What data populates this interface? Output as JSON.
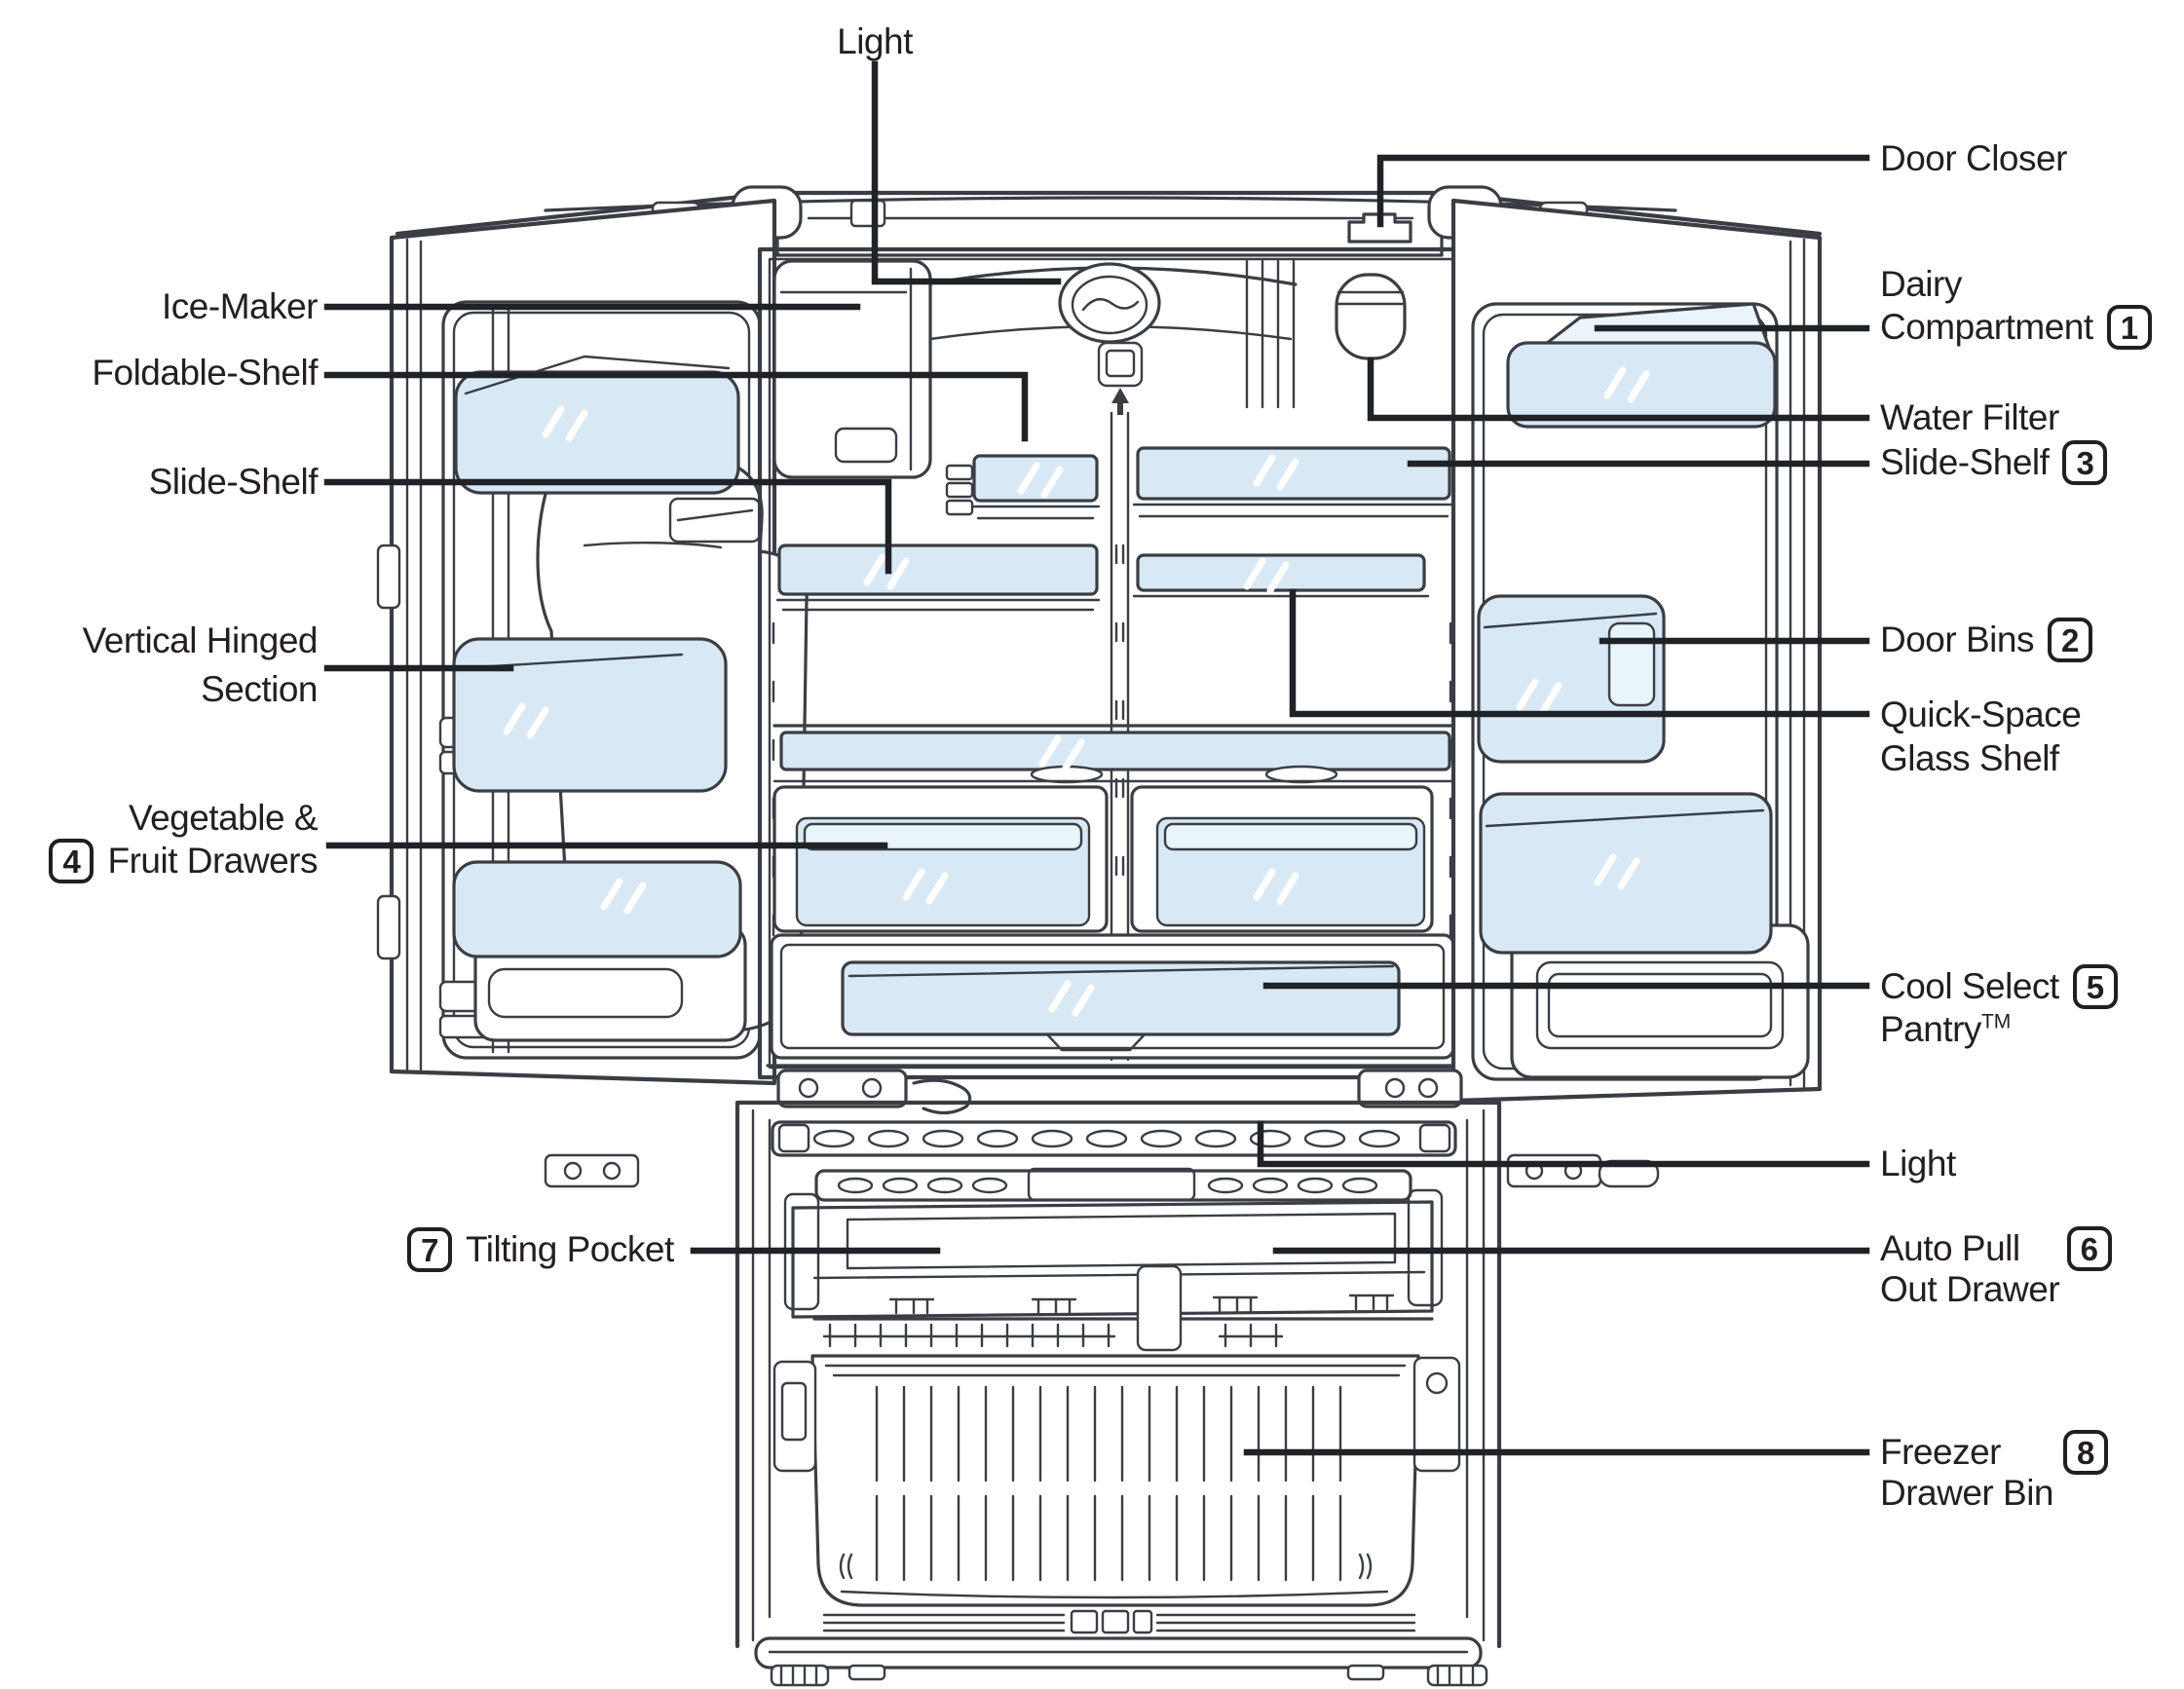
{
  "labels": {
    "top": {
      "light": "Light"
    },
    "left": {
      "ice_maker": "Ice-Maker",
      "foldable_shelf": "Foldable-Shelf",
      "slide_shelf": "Slide-Shelf",
      "vertical_hinged": {
        "line1": "Vertical Hinged",
        "line2": "Section"
      },
      "vegetable_fruit": {
        "line1": "Vegetable &",
        "badge": "4",
        "line2": "Fruit Drawers"
      },
      "tilting_pocket": {
        "badge": "7",
        "text": "Tilting Pocket"
      }
    },
    "right": {
      "door_closer": "Door Closer",
      "dairy_compartment": {
        "line1": "Dairy",
        "line2": "Compartment",
        "badge": "1"
      },
      "water_filter_slide_shelf": {
        "line1": "Water Filter",
        "line2": "Slide-Shelf",
        "badge": "3"
      },
      "door_bins": {
        "text": "Door Bins",
        "badge": "2"
      },
      "quick_space": {
        "line1": "Quick-Space",
        "line2": "Glass Shelf"
      },
      "cool_select_pantry": {
        "line1": "Cool Select",
        "badge": "5",
        "line2": "Pantry",
        "superscript": "TM"
      },
      "light": "Light",
      "auto_pull": {
        "line1": "Auto Pull",
        "badge": "6",
        "line2": "Out Drawer"
      },
      "freezer_bin": {
        "line1": "Freezer",
        "badge": "8",
        "line2": "Drawer Bin"
      }
    }
  },
  "colors": {
    "line": "#3a3e44",
    "leader": "#1f2226",
    "text": "#231f20",
    "glass_blue": "#d8e9f5"
  }
}
